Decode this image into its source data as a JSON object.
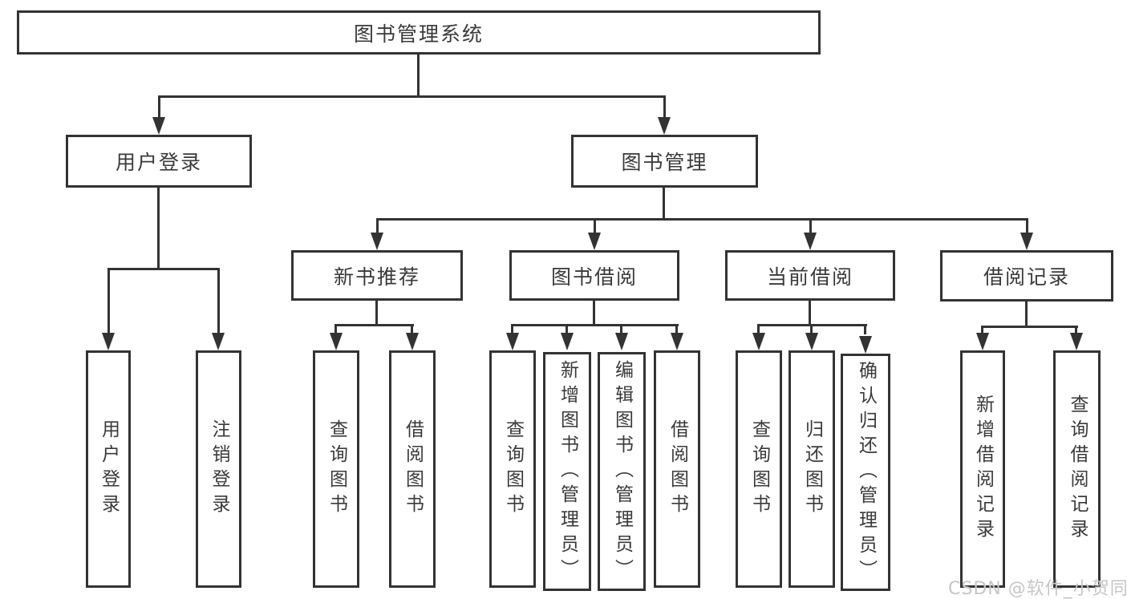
{
  "diagram_title": "图书管理系统",
  "watermark": "CSDN @软件_小贺同学",
  "colors": {
    "line": "#333333",
    "node_text": "#3a3a3a",
    "node_background": "#ffffff",
    "watermark": "#c6c6c6"
  },
  "tree": {
    "label": "图书管理系统",
    "children": [
      {
        "label": "用户登录",
        "children": [
          {
            "label": "用户登录"
          },
          {
            "label": "注销登录"
          }
        ]
      },
      {
        "label": "图书管理",
        "children": [
          {
            "label": "新书推荐",
            "children": [
              {
                "label": "查询图书"
              },
              {
                "label": "借阅图书"
              }
            ]
          },
          {
            "label": "图书借阅",
            "children": [
              {
                "label": "查询图书"
              },
              {
                "label": "新增图书（管理员）"
              },
              {
                "label": "编辑图书（管理员）"
              },
              {
                "label": "借阅图书"
              }
            ]
          },
          {
            "label": "当前借阅",
            "children": [
              {
                "label": "查询图书"
              },
              {
                "label": "归还图书"
              },
              {
                "label": "确认归还（管理员）"
              }
            ]
          },
          {
            "label": "借阅记录",
            "children": [
              {
                "label": "新增借阅记录"
              },
              {
                "label": "查询借阅记录"
              }
            ]
          }
        ]
      }
    ]
  }
}
